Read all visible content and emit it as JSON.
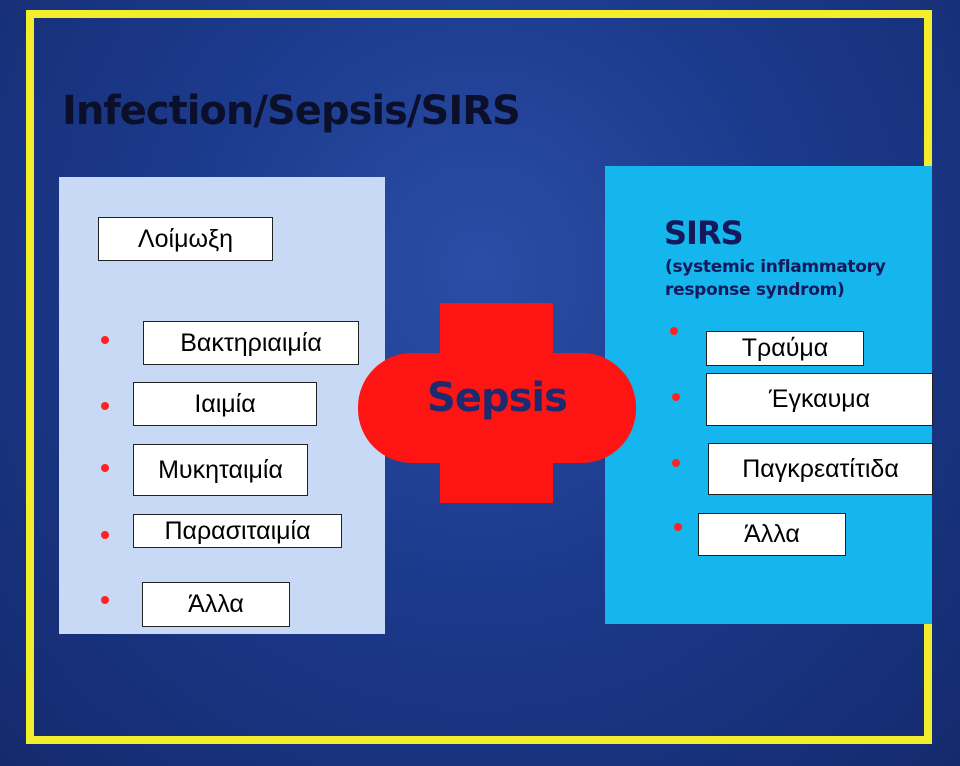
{
  "title": "Infection/Sepsis/SIRS",
  "center_label": "Sepsis",
  "infection": {
    "heading": "Λοίμωξη",
    "items": [
      "Βακτηριαιμία",
      "Ιαιμία",
      "Μυκηταιμία",
      "Παρασιταιμία",
      "Άλλα"
    ]
  },
  "sirs": {
    "heading": "SIRS",
    "subtitle": "(systemic inflammatory response syndrom)",
    "items": [
      "Τραύμα",
      "Έγκαυμα",
      "Παγκρεατίτιδα",
      "Άλλα"
    ]
  },
  "colors": {
    "background": "#1c3a8c",
    "border": "#f3ee2c",
    "infection_panel": "#c8d9f5",
    "sirs_panel": "#15b5ee",
    "cross": "#ff1414",
    "bullet": "#ff2222"
  }
}
